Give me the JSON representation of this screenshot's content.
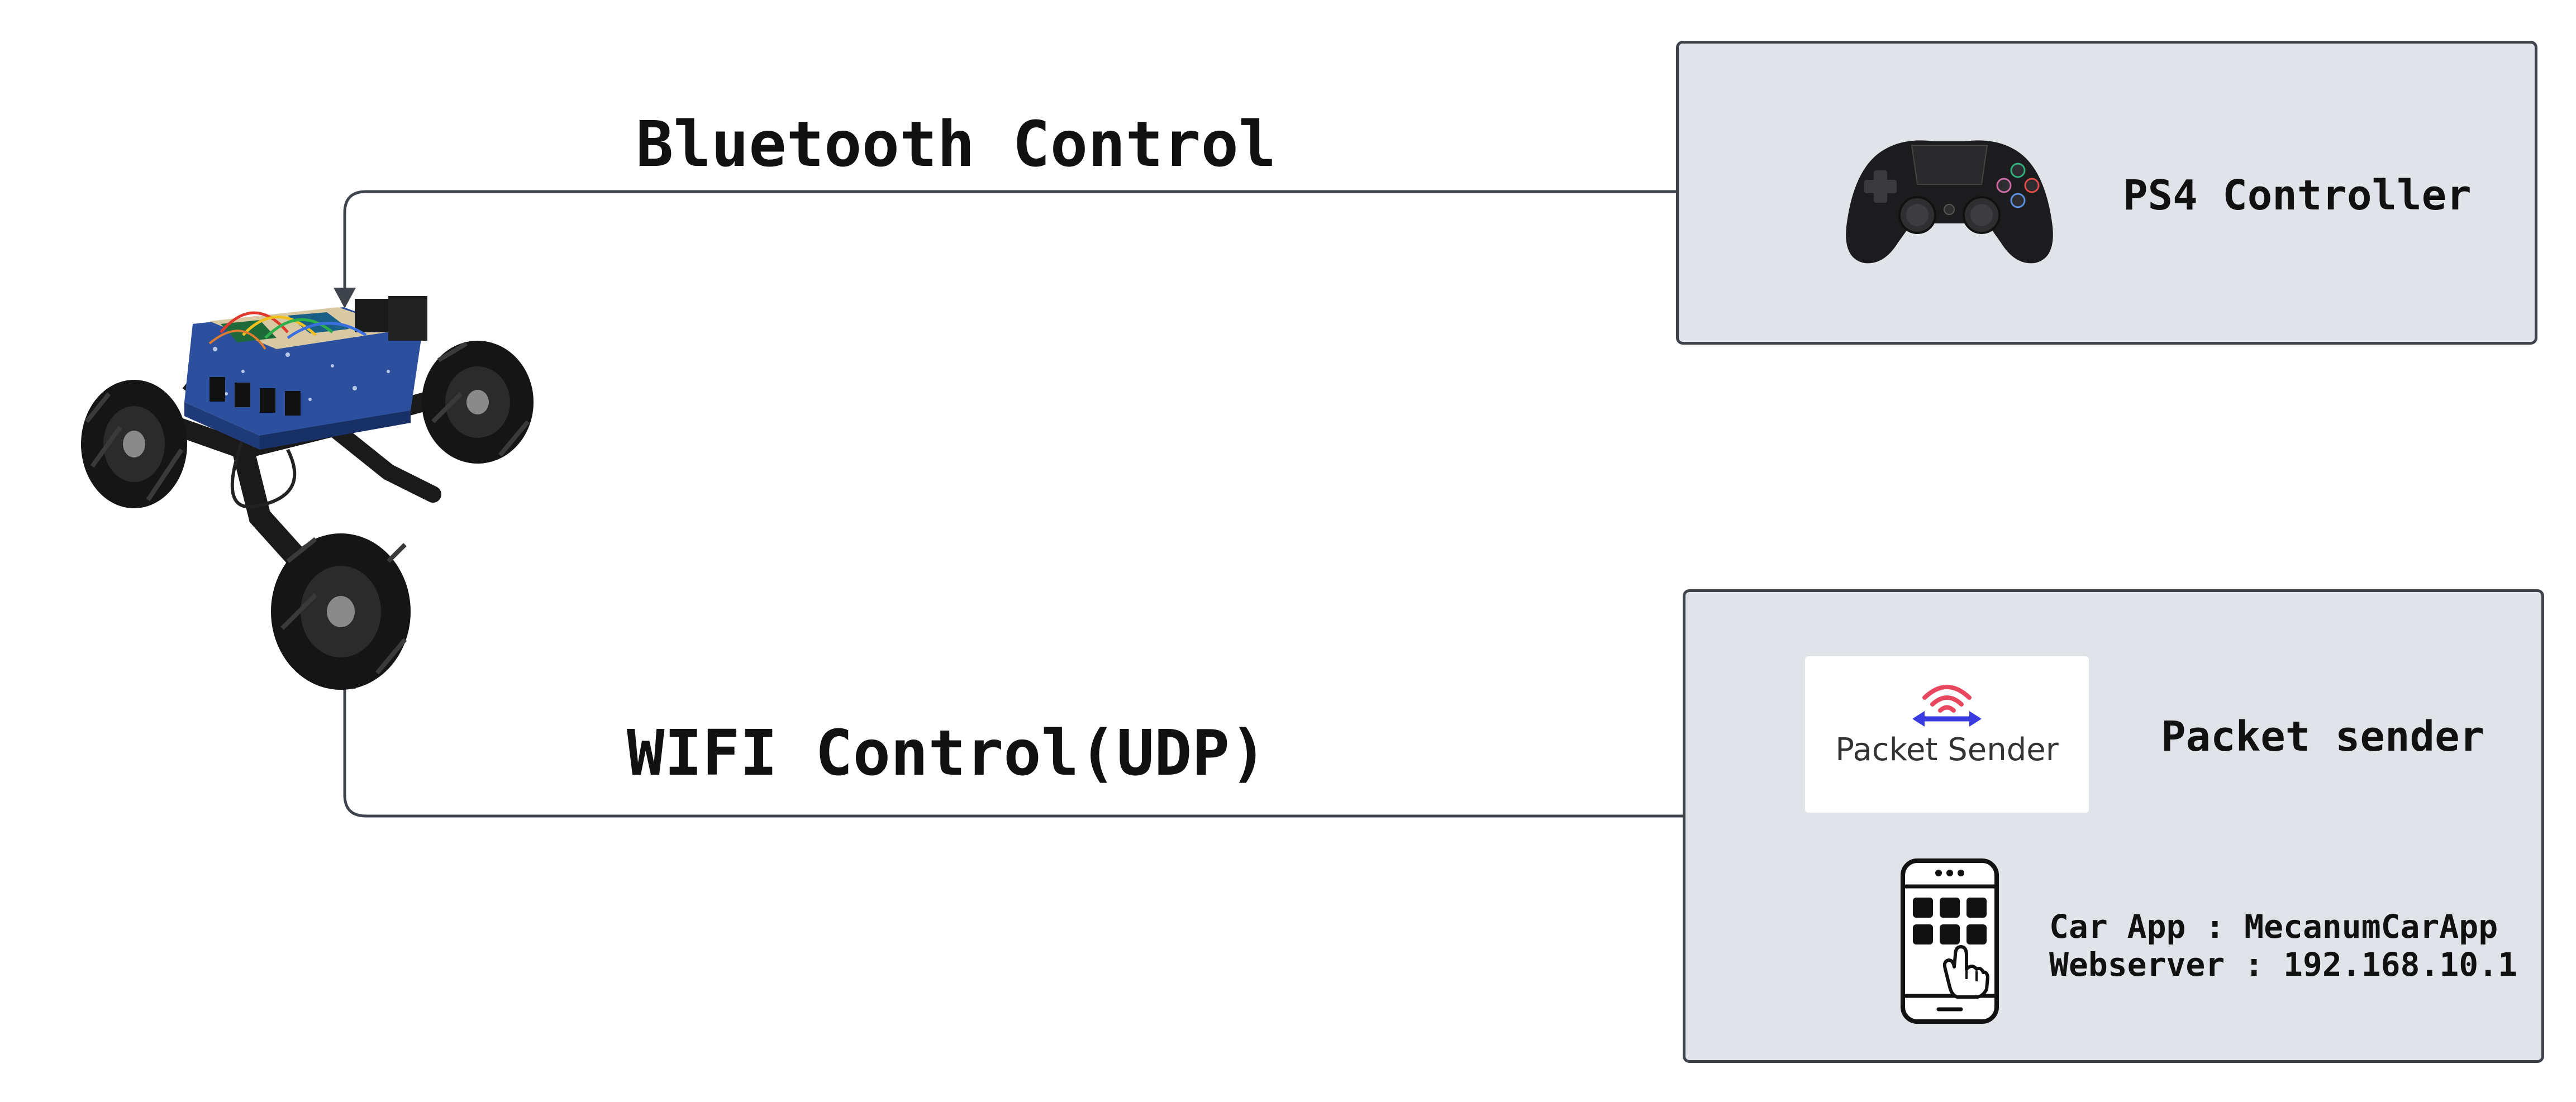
{
  "connections": {
    "bluetooth_label": "Bluetooth Control",
    "wifi_label": "WIFI Control(UDP)"
  },
  "ps4_panel": {
    "label": "PS4 Controller",
    "icon": "gamepad-icon"
  },
  "wifi_panel": {
    "packet_sender_logo_text": "Packet Sender",
    "packet_sender_label": "Packet sender",
    "phone_icon": "smartphone-app-icon",
    "car_app_line": "Car App : MecanumCarApp",
    "webserver_line": "Webserver : 192.168.10.1"
  },
  "colors": {
    "panel_fill": "#e0e3e8",
    "panel_border": "#3f444c",
    "connector_line": "#3f444c",
    "logo_wave": "#e8475f",
    "logo_arrow": "#3a3be0"
  },
  "robot_icon": "mecanum-robot-car-icon"
}
